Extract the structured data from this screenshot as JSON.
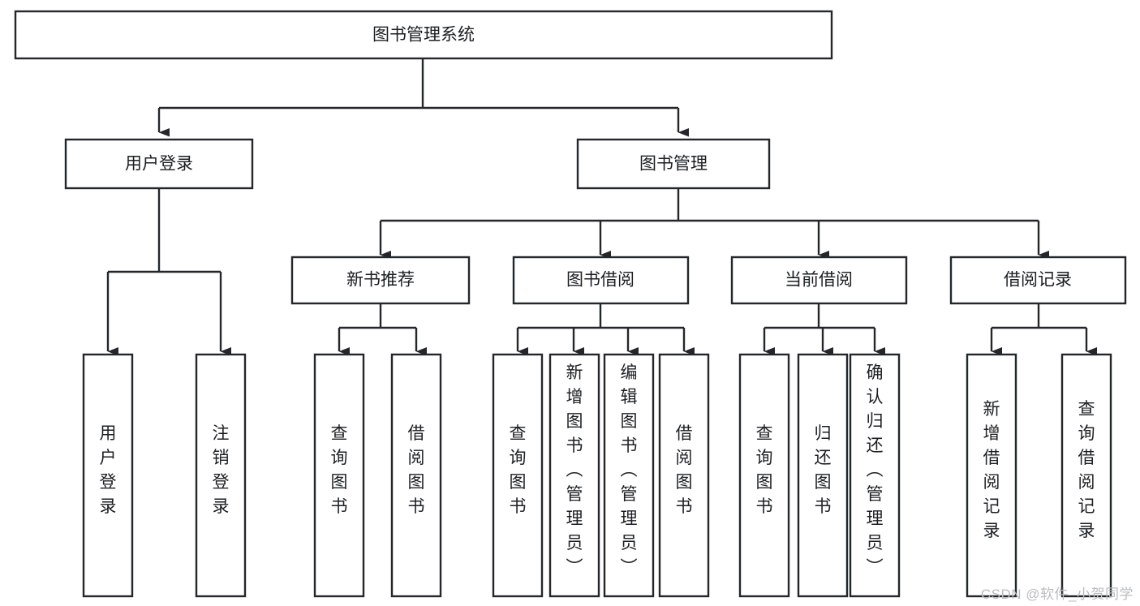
{
  "diagram": {
    "type": "tree",
    "title": "图书管理系统",
    "watermark": "CSDN @软件_小贺同学",
    "colors": {
      "box_fill": "#ffffff",
      "box_stroke": "#23272b",
      "text": "#1b1f23",
      "watermark": "#b9bcc0",
      "background": "#ffffff"
    },
    "root": {
      "id": "root",
      "label": "图书管理系统",
      "orientation": "horizontal"
    },
    "level1": [
      {
        "id": "user-login",
        "label": "用户登录",
        "orientation": "horizontal"
      },
      {
        "id": "book-manage",
        "label": "图书管理",
        "orientation": "horizontal"
      }
    ],
    "level2": [
      {
        "id": "new-book-recommend",
        "label": "新书推荐",
        "parent": "book-manage",
        "orientation": "horizontal"
      },
      {
        "id": "book-borrow",
        "label": "图书借阅",
        "parent": "book-manage",
        "orientation": "horizontal"
      },
      {
        "id": "current-borrow",
        "label": "当前借阅",
        "parent": "book-manage",
        "orientation": "horizontal"
      },
      {
        "id": "borrow-record",
        "label": "借阅记录",
        "parent": "book-manage",
        "orientation": "horizontal"
      }
    ],
    "leaves": [
      {
        "id": "leaf-user-login",
        "label": "用户登录",
        "parent": "user-login",
        "orientation": "vertical"
      },
      {
        "id": "leaf-user-logout",
        "label": "注销登录",
        "parent": "user-login",
        "orientation": "vertical"
      },
      {
        "id": "leaf-query-book-1",
        "label": "查询图书",
        "parent": "new-book-recommend",
        "orientation": "vertical"
      },
      {
        "id": "leaf-borrow-book-1",
        "label": "借阅图书",
        "parent": "new-book-recommend",
        "orientation": "vertical"
      },
      {
        "id": "leaf-query-book-2",
        "label": "查询图书",
        "parent": "book-borrow",
        "orientation": "vertical"
      },
      {
        "id": "leaf-add-book",
        "label": "新增图书（管理员）",
        "parent": "book-borrow",
        "orientation": "vertical"
      },
      {
        "id": "leaf-edit-book",
        "label": "编辑图书（管理员）",
        "parent": "book-borrow",
        "orientation": "vertical"
      },
      {
        "id": "leaf-borrow-book-2",
        "label": "借阅图书",
        "parent": "book-borrow",
        "orientation": "vertical"
      },
      {
        "id": "leaf-query-book-3",
        "label": "查询图书",
        "parent": "current-borrow",
        "orientation": "vertical"
      },
      {
        "id": "leaf-return-book",
        "label": "归还图书",
        "parent": "current-borrow",
        "orientation": "vertical"
      },
      {
        "id": "leaf-confirm-return",
        "label": "确认归还（管理员）",
        "parent": "current-borrow",
        "orientation": "vertical"
      },
      {
        "id": "leaf-add-record",
        "label": "新增借阅记录",
        "parent": "borrow-record",
        "orientation": "vertical"
      },
      {
        "id": "leaf-query-record",
        "label": "查询借阅记录",
        "parent": "borrow-record",
        "orientation": "vertical"
      }
    ]
  }
}
